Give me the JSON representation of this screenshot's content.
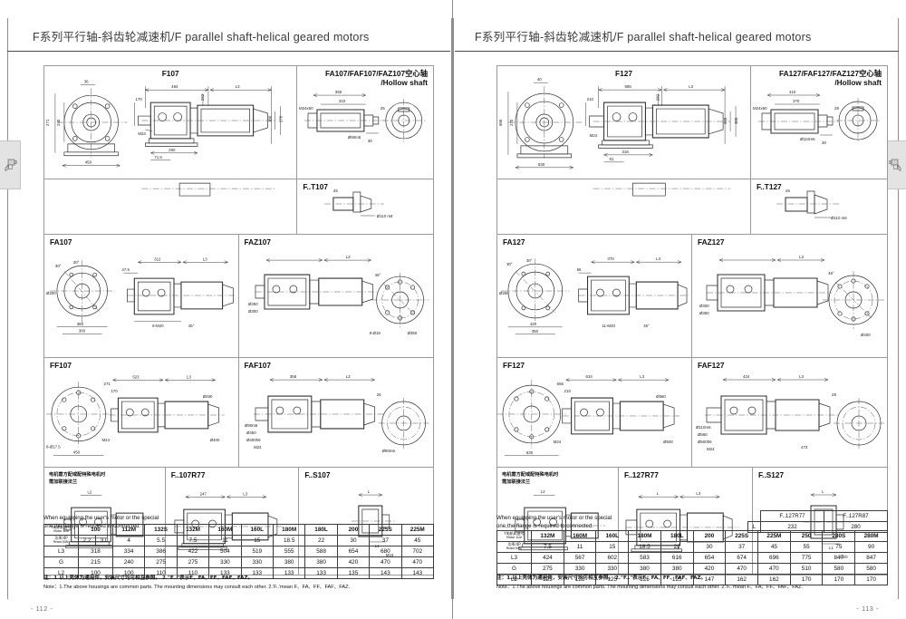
{
  "document": {
    "pages": [
      {
        "side": "left",
        "header_title": "F系列平行轴-斜齿轮减速机/F parallel shaft-helical geared motors",
        "page_number": "- 112 -",
        "side_tab_icon": "gearbox-icon",
        "cells": [
          {
            "name": "f107",
            "title": "F107",
            "title_align": "center"
          },
          {
            "name": "fa107-hollow",
            "title_line1": "FA107/FAF107/FAZ107空心轴",
            "title_line2": "/Hollow shaft",
            "title_align": "left"
          },
          {
            "name": "ft107",
            "title": "F..T107",
            "title_align": "left"
          },
          {
            "name": "fa107",
            "title": "FA107",
            "title_align": "left"
          },
          {
            "name": "faz107",
            "title": "FAZ107",
            "title_align": "left"
          },
          {
            "name": "ff107",
            "title": "FF107",
            "title_align": "left"
          },
          {
            "name": "faf107",
            "title": "FAF107",
            "title_align": "left"
          },
          {
            "name": "motor-note",
            "title_cn": "电机需方配或配特殊电机时\n需加联接法兰",
            "title_align": "left"
          },
          {
            "name": "f107r77",
            "title": "F..107R77",
            "title_align": "left"
          },
          {
            "name": "fs107",
            "title": "F..S107",
            "title_align": "left"
          }
        ],
        "flange_note": {
          "line1": "When equipping the user's motor or the special",
          "line2": "one,the flange is required to connected."
        },
        "spec_table": {
          "row_labels": {
            "motor_size_cn": "Y电机机座号",
            "motor_size_en": "Motor size",
            "power_cn": "功率/4P",
            "power_en": "Power(KW)",
            "l3": "L3",
            "g": "G",
            "l2": "L2"
          },
          "columns": [
            "100",
            "112M",
            "132S",
            "132M",
            "160M",
            "160L",
            "180M",
            "180L",
            "200",
            "225S",
            "225M"
          ],
          "power": [
            "2.2 | 3.0",
            "4",
            "5.5",
            "7.5",
            "11",
            "15",
            "18.5",
            "22",
            "30",
            "37",
            "45"
          ],
          "power_split": [
            "2.2",
            "3.0"
          ],
          "l3": [
            "318",
            "334",
            "386",
            "422",
            "504",
            "519",
            "555",
            "588",
            "654",
            "680",
            "702"
          ],
          "g": [
            "215",
            "240",
            "275",
            "275",
            "330",
            "330",
            "380",
            "380",
            "420",
            "470",
            "470"
          ],
          "l2": [
            "100",
            "100",
            "110",
            "110",
            "133",
            "133",
            "133",
            "133",
            "135",
            "143",
            "143"
          ]
        },
        "mini_table": null,
        "footnote": {
          "cn": "注：1.以上壳体为通用件，安装尺寸均可相互参照。  2.\"F..\"表示F、FA、FF、FAF、FAZ。",
          "en": "Note：1.The above housings are common parts. The mounting dimensions may consult each other.   2.'F..'mean F、FA、FF、FAF、FAZ."
        }
      },
      {
        "side": "right",
        "header_title": "F系列平行轴-斜齿轮减速机/F parallel shaft-helical geared motors",
        "page_number": "- 113 -",
        "side_tab_icon": "gearbox-icon",
        "cells": [
          {
            "name": "f127",
            "title": "F127",
            "title_align": "center"
          },
          {
            "name": "fa127-hollow",
            "title_line1": "FA127/FAF127/FAZ127空心轴",
            "title_line2": "/Hollow shaft",
            "title_align": "left"
          },
          {
            "name": "ft127",
            "title": "F..T127",
            "title_align": "left"
          },
          {
            "name": "fa127",
            "title": "FA127",
            "title_align": "left"
          },
          {
            "name": "faz127",
            "title": "FAZ127",
            "title_align": "left"
          },
          {
            "name": "ff127",
            "title": "FF127",
            "title_align": "left"
          },
          {
            "name": "faf127",
            "title": "FAF127",
            "title_align": "left"
          },
          {
            "name": "motor-note",
            "title_cn": "电机需方配或配特殊电机时\n需加联接法兰",
            "title_align": "left"
          },
          {
            "name": "f127r77",
            "title": "F..127R77",
            "title_align": "left"
          },
          {
            "name": "fs127",
            "title": "F..S127",
            "title_align": "left"
          }
        ],
        "flange_note": {
          "line1": "When equipping the user's motor or the special",
          "line2": "one,the flange is required to connected."
        },
        "spec_table": {
          "row_labels": {
            "motor_size_cn": "Y电机机座号",
            "motor_size_en": "Motor size",
            "power_cn": "功率/4P",
            "power_en": "Power(KW)",
            "l3": "L3",
            "g": "G",
            "l2": "L2"
          },
          "columns": [
            "132M",
            "160M",
            "160L",
            "180M",
            "180L",
            "200",
            "225S",
            "225M",
            "250",
            "280S",
            "280M"
          ],
          "power": [
            "7.5",
            "11",
            "15",
            "18.5",
            "22",
            "30",
            "37",
            "45",
            "55",
            "75",
            "90"
          ],
          "l3": [
            "424",
            "567",
            "602",
            "583",
            "616",
            "654",
            "674",
            "696",
            "775",
            "847",
            "847"
          ],
          "g": [
            "275",
            "330",
            "330",
            "380",
            "380",
            "420",
            "470",
            "470",
            "510",
            "580",
            "580"
          ],
          "l2": [
            "125",
            "125",
            "125",
            "125",
            "125",
            "147",
            "162",
            "162",
            "170",
            "170",
            "170"
          ]
        },
        "mini_table": {
          "row_label": "L",
          "headers": [
            "F..127R77",
            "F..127R87"
          ],
          "values": [
            "232",
            "280"
          ]
        },
        "footnote": {
          "cn": "注：1.以上壳体为通用件，安装尺寸均可相互参照。  2.\"F..\"表示F、FA、FF、FAF、FAZ。",
          "en": "Note：1.The above housings are common parts. The mounting dimensions may consult each other.   2.'F..'mean F、FA、FF、FAF、FAZ."
        }
      }
    ]
  },
  "dimensions": {
    "left": {
      "f107": [
        "484",
        "L3",
        "170",
        "450",
        "36",
        "271",
        "260",
        "M24",
        "71.5",
        "240",
        "232",
        "270",
        "180"
      ],
      "fa107_hollow": [
        "350",
        "310",
        "M24x60",
        "Ø90m6",
        "30",
        "25"
      ],
      "ft107": [
        "Ø110 m6",
        "25"
      ],
      "fa107": [
        "312",
        "47.5",
        "L3",
        "30°",
        "25°",
        "Ø200",
        "360",
        "300",
        "8-M20",
        "45°"
      ],
      "faz107": [
        "L3",
        "45°",
        "8-Ø18",
        "Ø300",
        "Ø350",
        "Ø250"
      ],
      "ff107": [
        "523",
        "L3",
        "450",
        "170",
        "271",
        "8-Ø17.5",
        "M24",
        "Ø450",
        "Ø400"
      ],
      "faf107": [
        "358",
        "L3",
        "Ø450",
        "Ø400h6",
        "Ø90m6",
        "M24",
        "25"
      ],
      "f107r77": [
        "247",
        "L3",
        "L2"
      ],
      "fs107": [
        "L",
        "L1",
        "M16"
      ]
    },
    "right": {
      "f127": [
        "585",
        "L3",
        "210",
        "530",
        "40",
        "656",
        "316",
        "M24",
        "81",
        "270",
        "282",
        "300",
        "205"
      ],
      "fa127_hollow": [
        "410",
        "370",
        "M24x60",
        "Ø110m6",
        "30",
        "28"
      ],
      "ft127": [
        "Ø110 m6",
        "25"
      ],
      "fa127": [
        "370",
        "55",
        "L3",
        "30°",
        "25°",
        "Ø250",
        "420",
        "350",
        "11-M20",
        "45°"
      ],
      "faz127": [
        "L3",
        "45°",
        "Ø350",
        "Ø400",
        "Ø300"
      ],
      "ff127": [
        "634",
        "L3",
        "530",
        "210",
        "656",
        "M24",
        "Ø560",
        "Ø500"
      ],
      "faf127": [
        "424",
        "L3",
        "Ø560",
        "Ø500h6",
        "Ø110m6",
        "M24",
        "28",
        "473"
      ],
      "f127r77": [
        "L",
        "L3",
        "L2"
      ],
      "fs127": [
        "L",
        "L1",
        "M20"
      ]
    }
  },
  "colors": {
    "ink": "#1a1a1a",
    "rule": "#3c3c3c",
    "frame": "#9a9a9a",
    "header_rule": "#4a4a4a",
    "tab_bg": "#e3e3e3",
    "page_number": "#6d6d6d"
  }
}
